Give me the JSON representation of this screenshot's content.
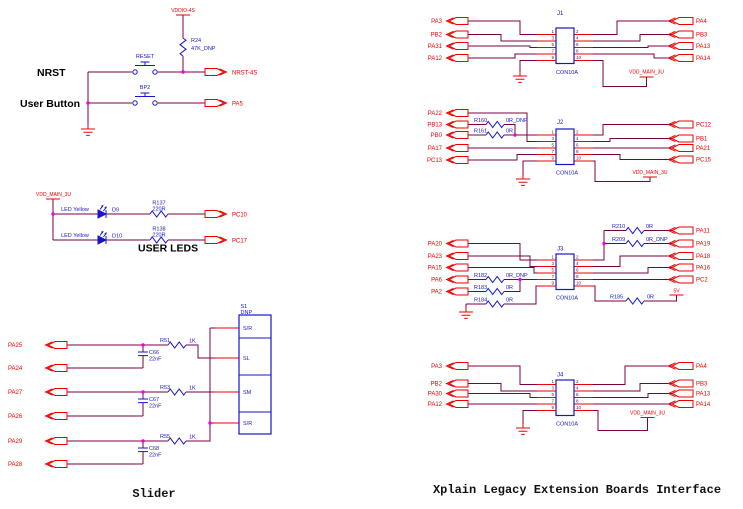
{
  "colors": {
    "wire": "#7B0041",
    "component_red": "#EE0000",
    "component_blue": "#1515CC",
    "junction": "#EE00EE",
    "text_black": "#000000",
    "background": "#FFFFFF"
  },
  "pins": [
    "1",
    "2",
    "3",
    "4",
    "5",
    "6",
    "7",
    "8",
    "9",
    "10"
  ],
  "nrst": {
    "power": "VDDIO-4S",
    "r24_ref": "R24",
    "r24_val": "47K_DNP",
    "reset_label": "RESET",
    "bp2_label": "BP2",
    "nrst_text": "NRST",
    "user_button_text": "User Button",
    "port_nrst": "NRST-4S",
    "port_user": "PA5"
  },
  "leds": {
    "power": "VDD_MAIN_3U",
    "title": "USER LEDS",
    "row1": {
      "name": "LED Yellow",
      "ref": "D9",
      "rref": "R137",
      "rval": "220R",
      "port": "PC10"
    },
    "row2": {
      "name": "LED Yellow",
      "ref": "D10",
      "rref": "R138",
      "rval": "220R",
      "port": "PC17"
    }
  },
  "slider": {
    "caption": "Slider",
    "ref": "S1",
    "variant": "DNP",
    "pins": [
      "S/R",
      "SL",
      "SM",
      "S/R"
    ],
    "ports": [
      "PA25",
      "PA24",
      "PA27",
      "PA26",
      "PA29",
      "PA28"
    ],
    "resistors": [
      {
        "ref": "R51",
        "val": "1K"
      },
      {
        "ref": "R53",
        "val": "1K"
      },
      {
        "ref": "R55",
        "val": "1K"
      }
    ],
    "caps": [
      {
        "ref": "C66",
        "val": "22nF"
      },
      {
        "ref": "C67",
        "val": "22nF"
      },
      {
        "ref": "C68",
        "val": "22nF"
      }
    ]
  },
  "interface": {
    "caption": "Xplain Legacy Extension Boards Interface",
    "connectors": [
      {
        "ref": "J1",
        "type": "CON10A",
        "power": "VDD_MAIN_3U",
        "left": [
          "PA3",
          "PB2",
          "PA31",
          "PA12"
        ],
        "right": [
          "PA4",
          "PB3",
          "PA13",
          "PA14"
        ]
      },
      {
        "ref": "J2",
        "type": "CON10A",
        "power": "VDD_MAIN_3U",
        "left": [
          "PA22",
          "PB13",
          "PB0",
          "PA17",
          "PC13"
        ],
        "right": [
          "PC12",
          "PB1",
          "PA21",
          "PC15"
        ],
        "res": {
          "r160": {
            "ref": "R160",
            "val": "0R_DNP"
          },
          "r161": {
            "ref": "R161",
            "val": "0R"
          }
        }
      },
      {
        "ref": "J3",
        "type": "CON10A",
        "power": "5V",
        "left": [
          "PA20",
          "PA23",
          "PA15",
          "PA6",
          "PA2"
        ],
        "right": [
          "PA11",
          "PA19",
          "PA18",
          "PA16",
          "PC2"
        ],
        "res": {
          "r182": {
            "ref": "R182",
            "val": "0R_DNP"
          },
          "r183": {
            "ref": "R183",
            "val": "0R"
          },
          "r184": {
            "ref": "R184",
            "val": "0R"
          },
          "r210": {
            "ref": "R210",
            "val": "0R"
          },
          "r209": {
            "ref": "R209",
            "val": "0R_DNP"
          },
          "r185": {
            "ref": "R185",
            "val": "0R"
          }
        }
      },
      {
        "ref": "J4",
        "type": "CON10A",
        "power": "VDD_MAIN_3U",
        "left": [
          "PA3",
          "PB2",
          "PA30",
          "PA12"
        ],
        "right": [
          "PA4",
          "PB3",
          "PA13",
          "PA14"
        ]
      }
    ]
  }
}
